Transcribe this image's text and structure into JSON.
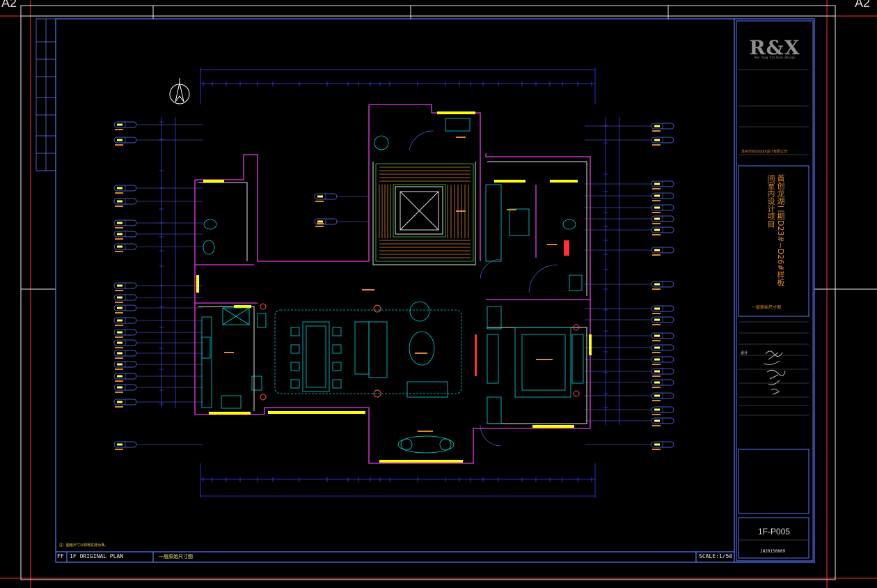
{
  "corner_labels": {
    "left": "A2",
    "right": "A2"
  },
  "title_block": {
    "logo": "R&X",
    "logo_subtitle": "Ren Yang Xin Dian Design",
    "project_vertical": "首创龙湖二期D23#~D26#样板间室内设计项目",
    "drawing_name_cn": "一层原始尺寸图",
    "designer_label": "设计",
    "design_company": "苏州市XXXXXXX设计有限公司",
    "drawing_number": "1F-P005",
    "date_code": "JN20150809"
  },
  "bottom_bar": {
    "sheet_tag": "FF",
    "plan_title": "1F ORIGINAL PLAN",
    "plan_title_cn": "一层原始尺寸图",
    "scale": "SCALE:1/50"
  },
  "note": "注：图纸尺寸以现场实测为准。",
  "colors": {
    "background": "#000000",
    "frame": "#ffffff",
    "border_blue": "#5a78ff",
    "dimension_blue": "#3a3aff",
    "wall_magenta": "#c030c0",
    "wall_white": "#e8e8e8",
    "cyan": "#00d8d8",
    "yellow": "#ffff00",
    "red": "#ff3030",
    "orange_text": "#e08a2a",
    "green": "#30d030"
  }
}
